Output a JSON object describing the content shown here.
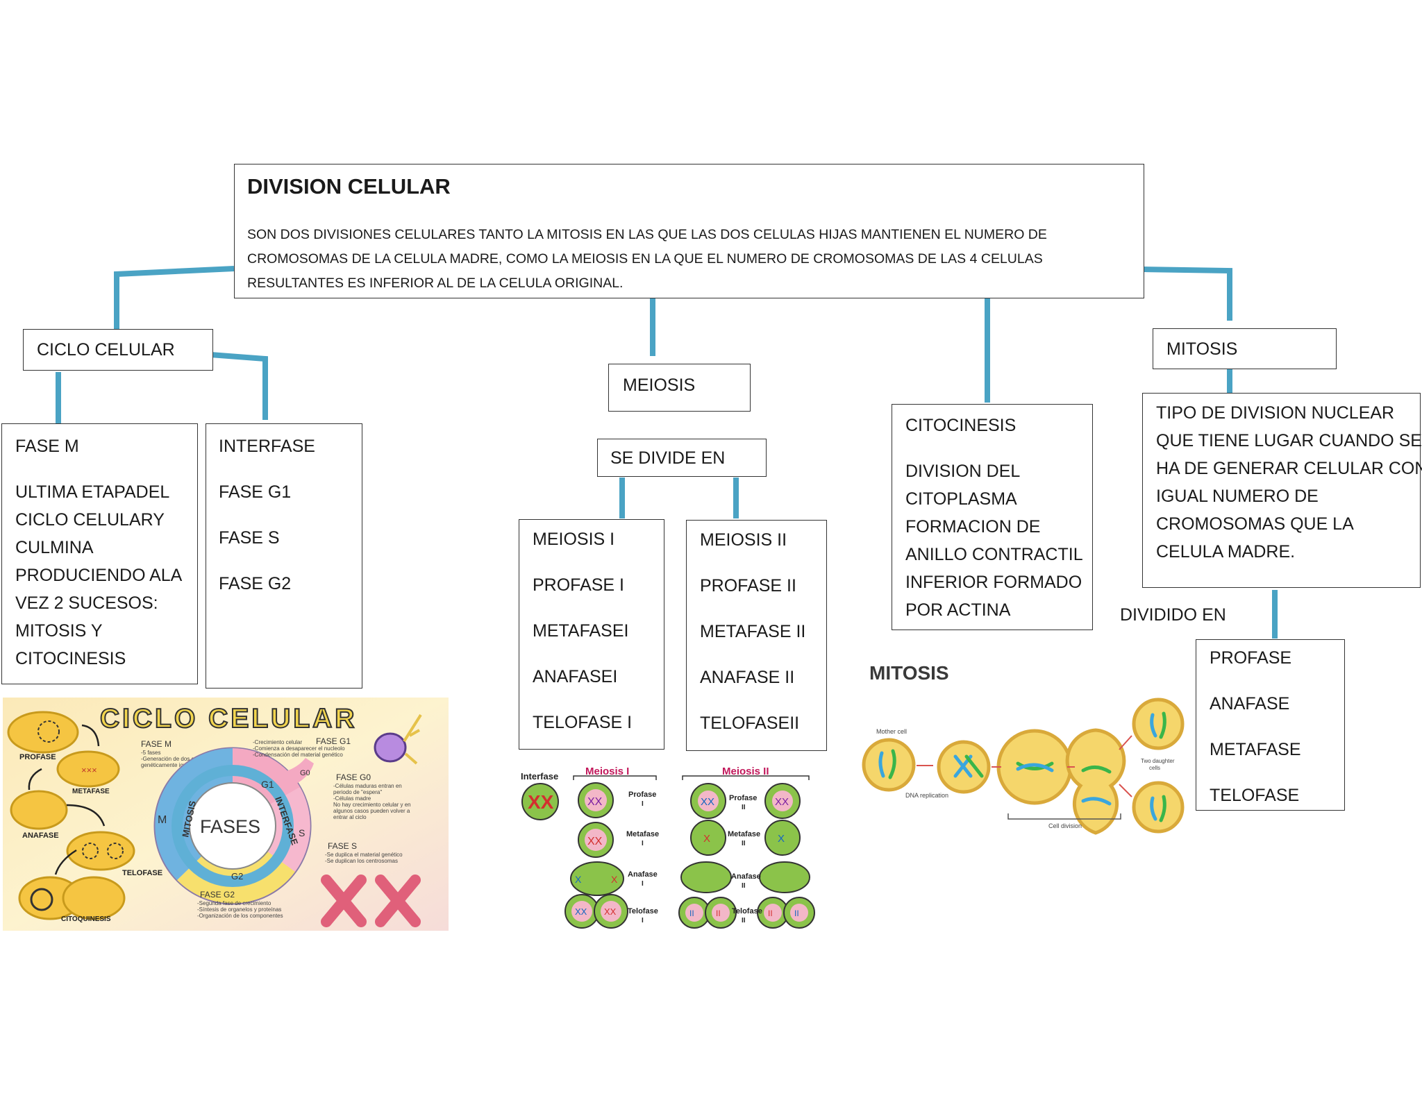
{
  "main": {
    "title": "DIVISION CELULAR",
    "description_lines": [
      "SON DOS DIVISIONES CELULARES TANTO LA MITOSIS EN LAS QUE LAS DOS CELULAS HIJAS MANTIENEN EL NUMERO DE",
      "CROMOSOMAS  DE LA CELULA  MADRE, COMO LA MEIOSIS EN LA QUE EL NUMERO DE CROMOSOMAS DE LAS 4 CELULAS",
      "RESULTANTES ES INFERIOR AL DE LA CELULA ORIGINAL."
    ]
  },
  "ciclo": {
    "label": "CICLO CELULAR",
    "fase_m": {
      "title": "FASE M",
      "lines": [
        "ULTIMA ETAPADEL",
        "CICLO CELULARY",
        "CULMINA",
        "PRODUCIENDO ALA",
        "VEZ 2  SUCESOS:",
        "MITOSIS Y",
        "CITOCINESIS"
      ]
    },
    "interfase": {
      "title": "INTERFASE",
      "items": [
        "FASE G1",
        "FASE S",
        "FASE G2"
      ]
    }
  },
  "meiosis": {
    "label": "MEIOSIS",
    "divide": "SE DIVIDE EN",
    "meiosis1": [
      "MEIOSIS I",
      "PROFASE I",
      "METAFASEI",
      "ANAFASEI",
      "TELOFASE I"
    ],
    "meiosis2": [
      "MEIOSIS II",
      "PROFASE II",
      "METAFASE II",
      "ANAFASE II",
      "TELOFASEII"
    ]
  },
  "citocinesis": {
    "title": "CITOCINESIS",
    "lines": [
      "DIVISION DEL",
      "CITOPLASMA",
      "FORMACION DE",
      "ANILLO CONTRACTIL",
      "INFERIOR FORMADO",
      "POR ACTINA"
    ]
  },
  "mitosis": {
    "label": "MITOSIS",
    "definition": [
      "TIPO DE DIVISION NUCLEAR",
      "QUE TIENE LUGAR CUANDO SE",
      "HA DE GENERAR CELULAR CON",
      "IGUAL NUMERO DE",
      "CROMOSOMAS QUE LA",
      "CELULA MADRE."
    ],
    "divided_label": "DIVIDIDO EN",
    "phases": [
      "PROFASE",
      "ANAFASE",
      "METAFASE",
      "TELOFASE"
    ]
  },
  "figure_ciclo": {
    "title": "CICLO CELULAR",
    "center": "FASES",
    "mitosis_arc": "MITOSIS",
    "interfase_arc": "INTERFASE",
    "seg_m": "M",
    "seg_g1": "G1",
    "seg_s": "S",
    "seg_g2": "G2",
    "seg_g0": "G0",
    "labels": [
      "PROFASE",
      "METAFASE",
      "ANAFASE",
      "TELOFASE",
      "CITOQUINESIS"
    ],
    "fase_m": {
      "title": "FASE M",
      "lines": [
        "-5 fases",
        "-Generación de dos células",
        "genéticamente iguales"
      ]
    },
    "fase_g1": {
      "title": "FASE G1",
      "lines": [
        "-Crecimiento celular",
        "-Comienza a desaparecer el nucleolo",
        "-Condensación del material genético"
      ]
    },
    "fase_g0": {
      "title": "FASE G0",
      "lines": [
        "-Células maduras entran en",
        "periodo de \"espera\"",
        "-Células madre",
        "No hay crecimiento celular y en",
        "algunos casos pueden volver a",
        "entrar al ciclo"
      ]
    },
    "fase_s": {
      "title": "FASE S",
      "lines": [
        "-Se duplica el material genético",
        "-Se duplican los centrosomas"
      ]
    },
    "fase_g2": {
      "title": "FASE G2",
      "lines": [
        "-Segunda fase de crecimiento",
        "-Síntesis de organelos y proteínas",
        "-Organización de los componentes"
      ]
    }
  },
  "figure_meiosis": {
    "interfase": "Interfase",
    "meiosis1": "Meiosis I",
    "meiosis2": "Meiosis II",
    "m1_stages": [
      "Profase",
      "Metafase",
      "Anafase",
      "Telofase"
    ],
    "m1_suffix": "I",
    "m2_stages": [
      "Profase",
      "Metafase",
      "Anafase",
      "Telofase"
    ],
    "m2_suffix": "II"
  },
  "figure_mitosis": {
    "title": "MITOSIS",
    "mother": "Mother cell",
    "dna": "DNA replication",
    "division": "Cell division",
    "daughters": [
      "Two daughter",
      "cells"
    ]
  },
  "colors": {
    "connector": "#4aa3c4",
    "border": "#333333"
  }
}
